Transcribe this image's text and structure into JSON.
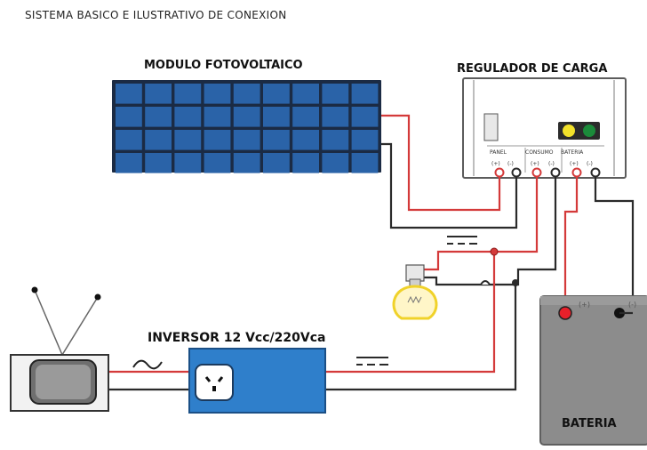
{
  "title": "SISTEMA BASICO E ILUSTRATIVO DE CONEXION",
  "panel": {
    "label": "MODULO FOTOVOLTAICO"
  },
  "regulator": {
    "label": "REGULADOR DE CARGA",
    "terminal_groups": [
      "PANEL",
      "CONSUMO",
      "BATERIA"
    ],
    "polarity": [
      "(+)",
      "(-)",
      "(+)",
      "(-)",
      "(+)",
      "(-)"
    ]
  },
  "inverter": {
    "label": "INVERSOR 12 Vcc/220Vca"
  },
  "battery": {
    "label": "BATERIA",
    "positive": "(+)",
    "negative": "(-)"
  },
  "colors": {
    "panel_cell": "#2a63a8",
    "panel_frame": "#1b2b44",
    "wire_positive": "#d43a3a",
    "wire_negative": "#2a2a2a",
    "inverter_body": "#2f7fcb",
    "battery_body": "#8c8c8c",
    "led_yellow": "#f2e22a",
    "led_green": "#1b8b3a",
    "bulb": "#f6e54a"
  },
  "icons": [
    "solar-panel-icon",
    "charge-regulator-icon",
    "inverter-icon",
    "battery-icon",
    "light-bulb-icon",
    "television-icon",
    "ac-wave-icon",
    "dc-symbol-icon"
  ]
}
